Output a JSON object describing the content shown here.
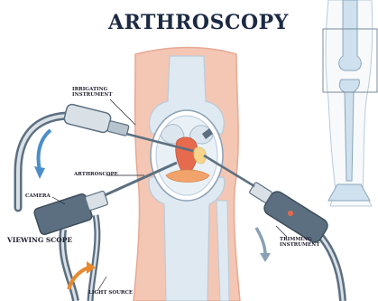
{
  "title": "ARTHROSCOPY",
  "labels": {
    "irrigating_line1": "IRRIGATING",
    "irrigating_line2": "INSTRUMENT",
    "arthroscope": "ARTHROSCOPE",
    "camera": "CAMERA",
    "viewing_scope": "VIEWING SCOPE",
    "light_source": "LIGHT SOURCE",
    "trimming_line1": "TRIMMING",
    "trimming_line2": "INSTRUMENT"
  },
  "colors": {
    "skin": "#f4c6b4",
    "skin_edge": "#e7a993",
    "bone": "#dfe9f1",
    "bone_edge": "#b9cbd9",
    "tissue_red": "#e56a4e",
    "cartilage_orange": "#f2a36b",
    "instrument_gray": "#5c6f80",
    "instrument_light": "#d9e0e6",
    "arrow_blue": "#4a8ec9",
    "arrow_orange": "#e8892f",
    "text_dark": "#1c2a44"
  },
  "icons": {
    "irrigation_flow": "curved-arrow-icon",
    "light_flow": "curved-arrow-icon",
    "trim_flow": "curved-arrow-icon"
  }
}
